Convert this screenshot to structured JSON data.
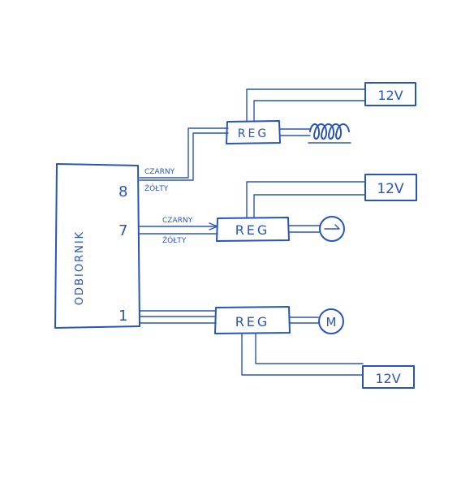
{
  "receiver": {
    "label": "ODBIORNIK"
  },
  "pins": {
    "p8": "8",
    "p7": "7",
    "p1": "1"
  },
  "wires": {
    "top_black": "CZARNY",
    "top_yellow": "ŻÓŁTY",
    "mid_black": "CZARNY",
    "mid_yellow": "ŻÓŁTY"
  },
  "regulators": {
    "top": "REG",
    "middle": "REG",
    "bottom": "REG"
  },
  "power": {
    "top": "12V",
    "middle": "12V",
    "bottom": "12V"
  },
  "loads": {
    "motor": "M"
  },
  "colors": {
    "ink": "#2a55b8",
    "paper": "#ffffff"
  }
}
